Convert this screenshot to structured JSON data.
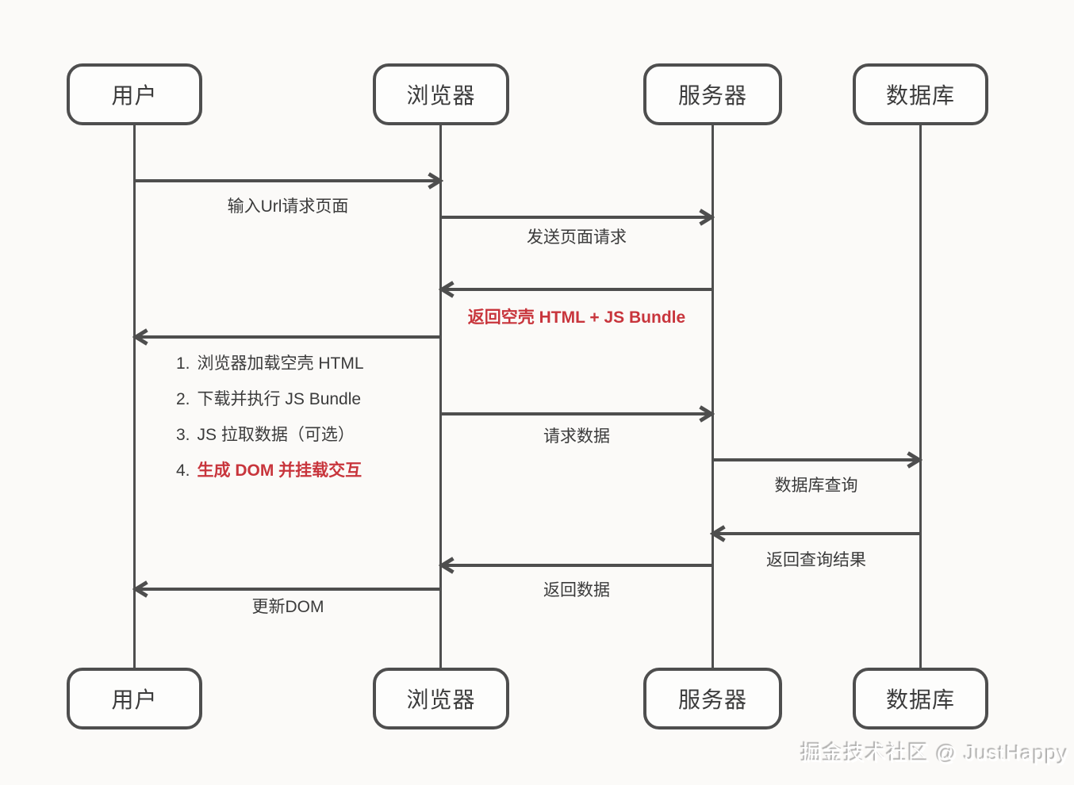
{
  "diagram": {
    "actors": [
      {
        "label": "用户"
      },
      {
        "label": "浏览器"
      },
      {
        "label": "服务器"
      },
      {
        "label": "数据库"
      }
    ],
    "messages": [
      {
        "label": "输入Url请求页面",
        "from": "用户",
        "to": "浏览器"
      },
      {
        "label": "发送页面请求",
        "from": "浏览器",
        "to": "服务器"
      },
      {
        "label": "返回空壳 HTML + JS Bundle",
        "from": "服务器",
        "to": "浏览器",
        "emphasis": true
      },
      {
        "label": "请求数据",
        "from": "浏览器",
        "to": "服务器"
      },
      {
        "label": "数据库查询",
        "from": "服务器",
        "to": "数据库"
      },
      {
        "label": "返回查询结果",
        "from": "数据库",
        "to": "服务器"
      },
      {
        "label": "返回数据",
        "from": "服务器",
        "to": "浏览器"
      },
      {
        "label": "更新DOM",
        "from": "浏览器",
        "to": "用户"
      }
    ],
    "notes": [
      {
        "prefix": "1.",
        "text": "浏览器加载空壳 HTML",
        "emphasis": false
      },
      {
        "prefix": "2.",
        "text": "下载并执行 JS Bundle",
        "emphasis": false
      },
      {
        "prefix": "3.",
        "text": "JS 拉取数据（可选）",
        "emphasis": false
      },
      {
        "prefix": "4.",
        "text": "生成 DOM 并挂载交互",
        "emphasis": true
      }
    ],
    "watermark": "掘金技术社区 @ JustHappy",
    "colors": {
      "line": "#4e4e4e",
      "text": "#3b3b3b",
      "accent_red": "#c8353c",
      "background": "#fbfaf8"
    }
  }
}
